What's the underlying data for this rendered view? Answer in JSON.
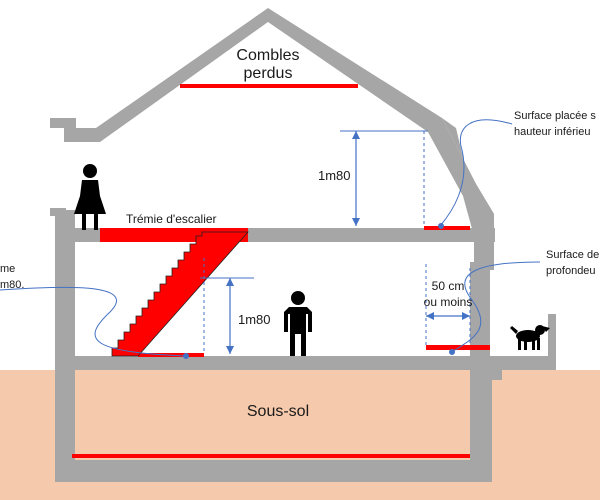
{
  "colors": {
    "wall": "#a6a6a6",
    "ground": "#f5c9ab",
    "surface_red": "#ff0000",
    "dim_blue": "#4472c4",
    "figure": "#000000"
  },
  "labels": {
    "attic": [
      "Combles",
      "perdus"
    ],
    "stairwell": "Trémie d'escalier",
    "height_upper": "1m80",
    "height_lower": "1m80",
    "depth": [
      "50 cm",
      "ou moins"
    ],
    "basement": "Sous-sol"
  },
  "callouts": {
    "right_upper": [
      "Surface placée s",
      "hauteur inférieu"
    ],
    "right_lower": [
      "Surface de",
      "profondeu"
    ],
    "left": [
      "me",
      "m80."
    ]
  },
  "icons": [
    "person-icon",
    "person-icon",
    "dog-icon"
  ]
}
